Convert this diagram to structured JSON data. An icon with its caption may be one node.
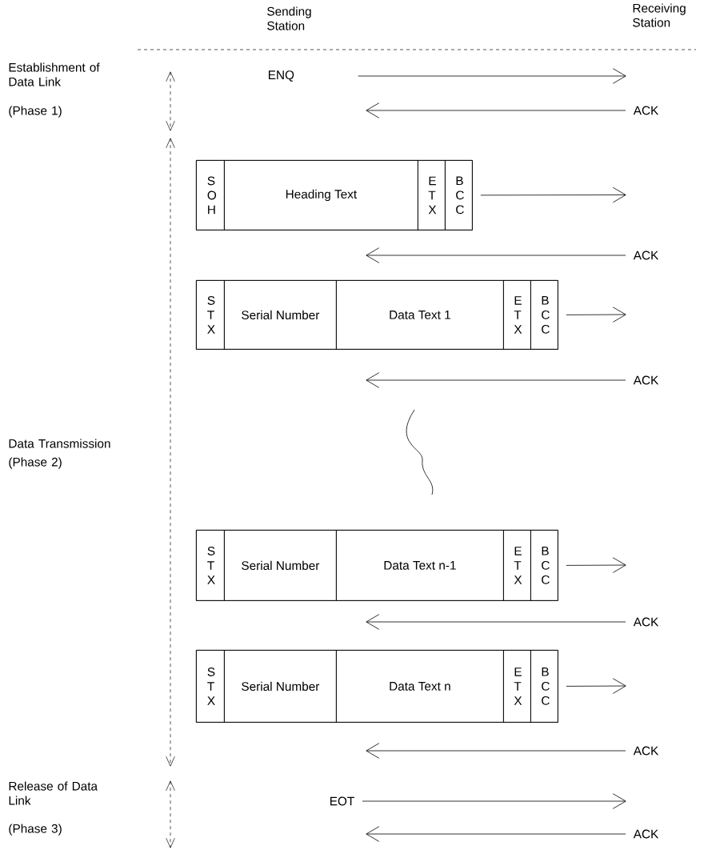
{
  "diagram": {
    "nodes": [
      {
        "text": [
          "ENQ"
        ]
      },
      {
        "text": [
          "ACK"
        ]
      },
      {
        "text": [],
        "shape": "box"
      },
      {
        "text": [
          "S O H"
        ],
        "in": 2
      },
      {
        "text": [
          "Heading Text"
        ],
        "in": 2
      },
      {
        "text": [
          "E T X"
        ],
        "in": 2
      },
      {
        "text": [
          "B C C"
        ],
        "in": 2
      },
      {
        "text": [
          "ACK"
        ]
      },
      {
        "text": [],
        "shape": "box"
      },
      {
        "text": [
          "S T X"
        ],
        "in": 8
      },
      {
        "text": [
          "Serial Number"
        ],
        "in": 8
      },
      {
        "text": [
          "Data Text 1"
        ],
        "in": 8
      },
      {
        "text": [
          "E T X"
        ],
        "in": 8
      },
      {
        "text": [
          "B C C"
        ],
        "in": 8
      },
      {
        "text": [
          "ACK"
        ]
      },
      {
        "text": [],
        "shape": "box"
      },
      {
        "text": [
          "S T X"
        ],
        "in": 15
      },
      {
        "text": [
          "Serial Number"
        ],
        "in": 15
      },
      {
        "text": [
          "Data Text n-1"
        ],
        "in": 15
      },
      {
        "text": [
          "E T X"
        ],
        "in": 15
      },
      {
        "text": [
          "B C C"
        ],
        "in": 15
      },
      {
        "text": [
          "ACK"
        ]
      },
      {
        "text": [],
        "shape": "box"
      },
      {
        "text": [
          "S T X"
        ],
        "in": 22
      },
      {
        "text": [
          "Serial Number"
        ],
        "in": 22
      },
      {
        "text": [
          "Data Text n"
        ],
        "in": 22
      },
      {
        "text": [
          "E T X"
        ],
        "in": 22
      },
      {
        "text": [
          "B C C"
        ],
        "in": 22
      },
      {
        "text": [
          "ACK"
        ]
      },
      {
        "text": [
          "EOT"
        ]
      },
      {
        "text": [
          "ACK"
        ]
      }
    ],
    "edges": [
      {
        "from": 0,
        "to": null,
        "arrow": "to"
      },
      {
        "from": 1,
        "to": null,
        "arrow": "to"
      },
      {
        "from": 2,
        "to": null,
        "arrow": "to"
      },
      {
        "from": 7,
        "to": null,
        "arrow": "to"
      },
      {
        "from": 8,
        "to": null,
        "arrow": "to"
      },
      {
        "from": 14,
        "to": null,
        "arrow": "to"
      },
      {
        "from": 15,
        "to": null,
        "arrow": "to"
      },
      {
        "from": 21,
        "to": null,
        "arrow": "to"
      },
      {
        "from": 22,
        "to": null,
        "arrow": "to"
      },
      {
        "from": 28,
        "to": null,
        "arrow": "to"
      },
      {
        "from": 29,
        "to": null,
        "arrow": "to"
      },
      {
        "from": 30,
        "to": null,
        "arrow": "to"
      }
    ],
    "labels": [
      "Sending Station",
      "Receiving Station",
      "Establishment of Data Link",
      "(Phase 1)",
      "Data Transmission",
      "(Phase 2)",
      "Release of Data Link",
      "(Phase 3)"
    ]
  }
}
